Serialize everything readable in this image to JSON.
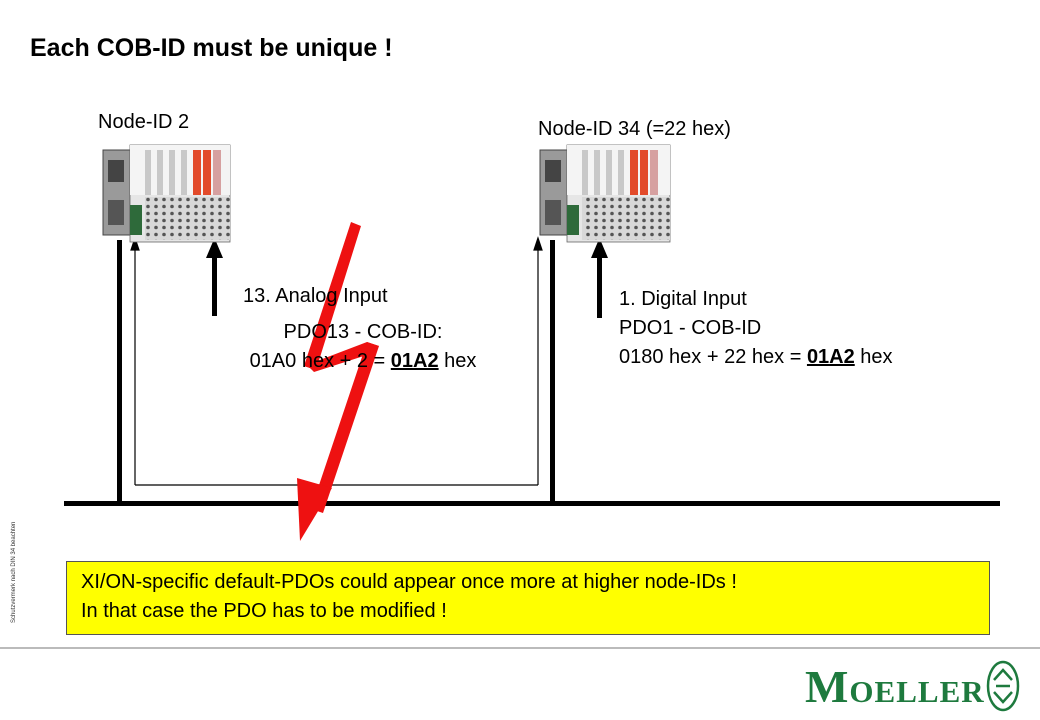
{
  "title": "Each COB-ID must be unique !",
  "node_left": {
    "label": "Node-ID 2",
    "input_label": "13. Analog Input",
    "pdo_line1": "PDO13 - COB-ID:",
    "pdo_line2_pre": "01A0 hex + 2 = ",
    "pdo_line2_result": "01A2",
    "pdo_line2_post": " hex"
  },
  "node_right": {
    "label": "Node-ID 34 (=22 hex)",
    "input_label": "1. Digital Input",
    "pdo_line1": "PDO1 - COB-ID",
    "pdo_line2_pre": "0180 hex + 22 hex = ",
    "pdo_line2_result": "01A2",
    "pdo_line2_post": " hex"
  },
  "note": {
    "line1": "XI/ON-specific default-PDOs could appear once more at higher node-IDs !",
    "line2": "In that case the PDO has to be modified !",
    "background": "#ffff00"
  },
  "side_text": "Schutzvermerk nach DIN 34 beachten",
  "logo": {
    "text_initial": "M",
    "text_mid": "OELLE",
    "text_last": "R",
    "color": "#1e7a3e"
  },
  "colors": {
    "lightning": "#ee1111",
    "bus": "#000000"
  }
}
